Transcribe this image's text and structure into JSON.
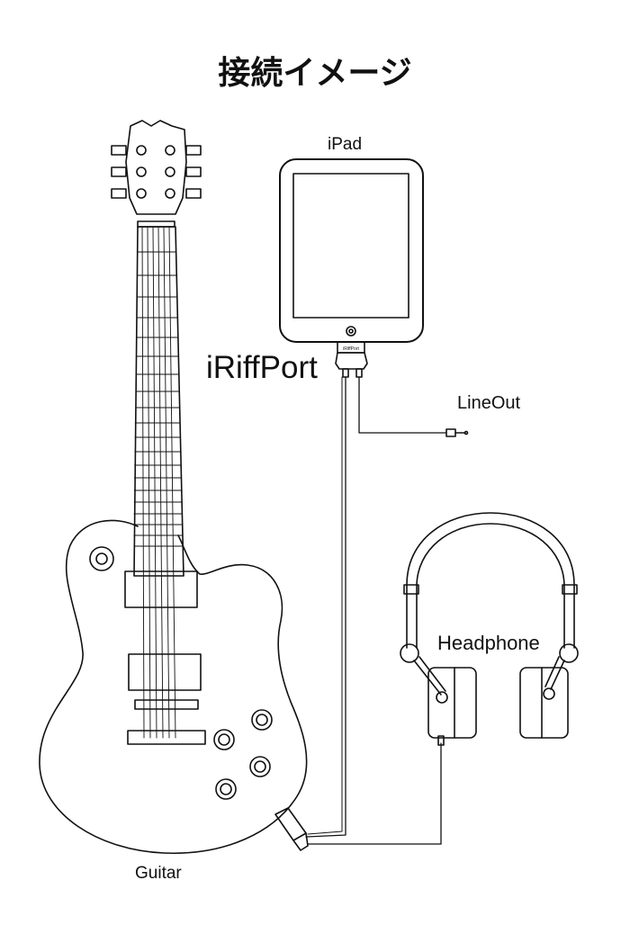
{
  "title": "接続イメージ",
  "labels": {
    "ipad": "iPad",
    "iriffport": "iRiffPort",
    "device_print": "iRiffPort",
    "lineout": "LineOut",
    "headphone": "Headphone",
    "guitar": "Guitar"
  },
  "colors": {
    "line": "#111111",
    "background": "#ffffff"
  }
}
